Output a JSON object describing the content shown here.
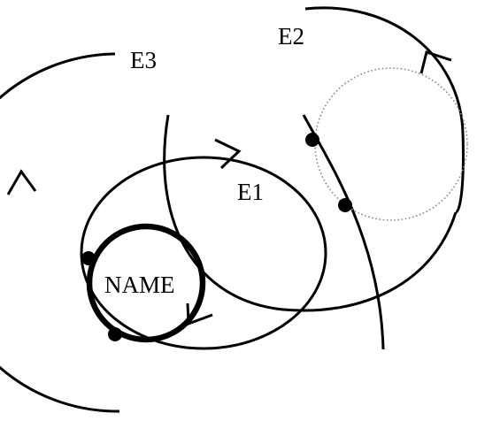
{
  "labels": {
    "e1": "E1",
    "e2": "E2",
    "e3": "E3",
    "name": "NAME"
  },
  "colors": {
    "stroke": "#000000",
    "dotted_circle": "#8a8a8a",
    "background": "#ffffff"
  }
}
